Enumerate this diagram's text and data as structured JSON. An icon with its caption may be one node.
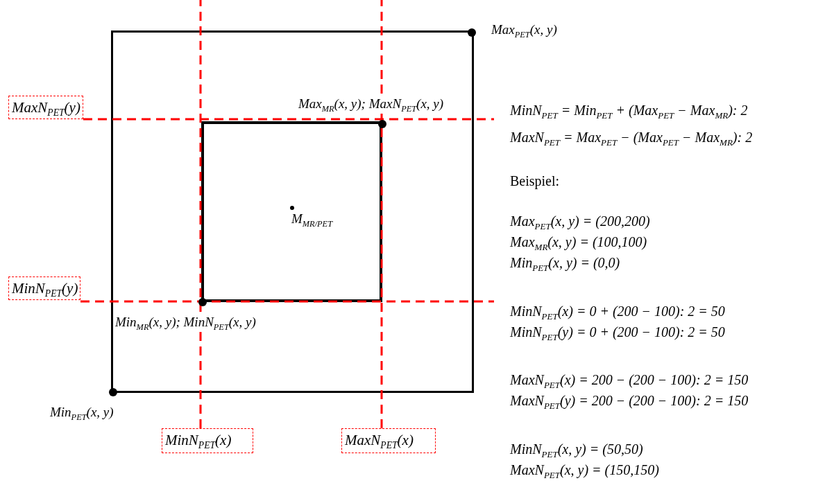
{
  "diagram": {
    "nodes": [
      {
        "text": [],
        "shape": "box"
      },
      {
        "text": [],
        "shape": "box",
        "in": 0
      },
      {
        "text": [
          "MaxN$_{PET}$(y)"
        ]
      },
      {
        "text": [
          "MinN$_{PET}$(y)"
        ]
      },
      {
        "text": [
          "MinN$_{PET}$(x)"
        ]
      },
      {
        "text": [
          "MaxN$_{PET}$(x)"
        ]
      }
    ],
    "edges": [
      {
        "from": 2,
        "to": null,
        "arrow": "none",
        "style": "dashed",
        "color": "#ff0000"
      },
      {
        "from": 3,
        "to": null,
        "arrow": "none",
        "style": "dashed",
        "color": "#ff0000"
      },
      {
        "from": 4,
        "to": null,
        "arrow": "none",
        "style": "dashed",
        "color": "#ff0000"
      },
      {
        "from": 5,
        "to": null,
        "arrow": "none",
        "style": "dashed",
        "color": "#ff0000"
      }
    ],
    "labels": [
      "Max$_{PET}$(x, y)",
      "Max$_{MR}$(x, y); MaxN$_{PET}$(x, y)",
      "M$_{MR/PET}$",
      "Min$_{MR}$(x, y); MinN$_{PET}$(x, y)",
      "Min$_{PET}$(x, y)",
      "MinN$_{PET}$ = Min$_{PET}$ + (Max$_{PET}$ − Max$_{MR}$): 2",
      "MaxN$_{PET}$ = Max$_{PET}$ − (Max$_{PET}$ − Max$_{MR}$): 2",
      "Beispiel:",
      "Max$_{PET}$(x, y) = (200,200)",
      "Max$_{MR}$(x, y) = (100,100)",
      "Min$_{PET}$(x, y) = (0,0)",
      "MinN$_{PET}$(x) = 0 + (200 − 100): 2 = 50",
      "MinN$_{PET}$(y) = 0 + (200 − 100): 2 = 50",
      "MaxN$_{PET}$(x) = 200 − (200 − 100): 2 = 150",
      "MaxN$_{PET}$(y) = 200 − (200 − 100): 2 = 150",
      "MinN$_{PET}$(x, y) = (50,50)",
      "MaxN$_{PET}$(x, y) = (150,150)"
    ]
  }
}
